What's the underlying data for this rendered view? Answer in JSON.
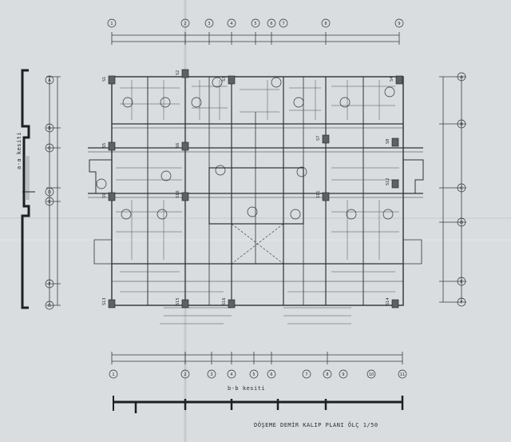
{
  "drawing": {
    "title": "DÖŞEME DEMİR KALIP PLANI ÖLÇ 1/50",
    "section_bb": "b-b kesiti",
    "section_aa": "a-a kesiti"
  },
  "columns": [
    {
      "label": "S1"
    },
    {
      "label": "S2"
    },
    {
      "label": "S3"
    },
    {
      "label": "S4"
    },
    {
      "label": "S5"
    },
    {
      "label": "S6"
    },
    {
      "label": "S7"
    },
    {
      "label": "S8"
    },
    {
      "label": "S9"
    },
    {
      "label": "S10"
    },
    {
      "label": "S11"
    },
    {
      "label": "S12"
    },
    {
      "label": "S13"
    },
    {
      "label": "S14"
    },
    {
      "label": "S15"
    },
    {
      "label": "S16"
    }
  ],
  "grid_bubbles": {
    "top": [
      "1",
      "2",
      "3",
      "4",
      "5",
      "6",
      "7",
      "8",
      "9"
    ],
    "bottom": [
      "1",
      "2",
      "3",
      "4",
      "5",
      "6",
      "7",
      "8",
      "9",
      "10",
      "11"
    ],
    "left": [
      "A",
      "B",
      "C",
      "D",
      "E",
      "F",
      "G"
    ],
    "right": [
      "A",
      "B",
      "C",
      "D",
      "E",
      "F"
    ]
  }
}
